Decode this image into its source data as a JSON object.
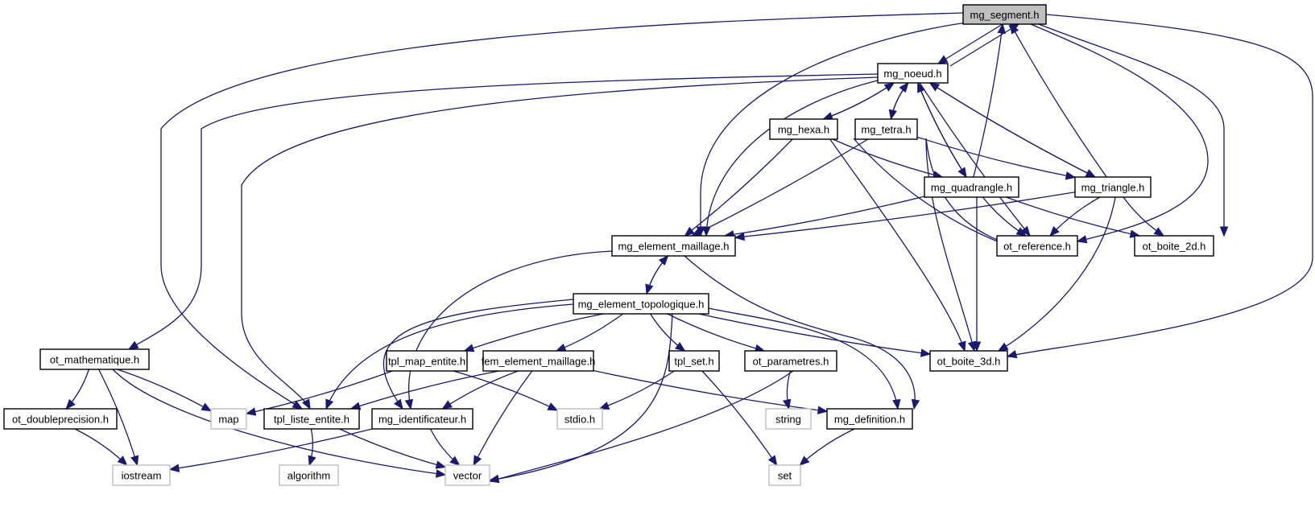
{
  "title": "mg_segment.h include dependency graph",
  "colors": {
    "edge": "#191970",
    "root_fill": "#bfbfbf",
    "local_border": "#000000",
    "system_border": "#bfbfbf"
  },
  "nodes": [
    {
      "id": "mg_segment",
      "label": "mg_segment.h",
      "kind": "root"
    },
    {
      "id": "mg_noeud",
      "label": "mg_noeud.h",
      "kind": "local"
    },
    {
      "id": "mg_hexa",
      "label": "mg_hexa.h",
      "kind": "local"
    },
    {
      "id": "mg_tetra",
      "label": "mg_tetra.h",
      "kind": "local"
    },
    {
      "id": "mg_quadrangle",
      "label": "mg_quadrangle.h",
      "kind": "local"
    },
    {
      "id": "mg_triangle",
      "label": "mg_triangle.h",
      "kind": "local"
    },
    {
      "id": "mg_element_maillage",
      "label": "mg_element_maillage.h",
      "kind": "local"
    },
    {
      "id": "ot_reference",
      "label": "ot_reference.h",
      "kind": "local"
    },
    {
      "id": "ot_boite_2d",
      "label": "ot_boite_2d.h",
      "kind": "local"
    },
    {
      "id": "mg_element_topologique",
      "label": "mg_element_topologique.h",
      "kind": "local"
    },
    {
      "id": "ot_mathematique",
      "label": "ot_mathematique.h",
      "kind": "local"
    },
    {
      "id": "tpl_map_entite",
      "label": "tpl_map_entite.h",
      "kind": "local"
    },
    {
      "id": "fem_element_maillage",
      "label": "fem_element_maillage.h",
      "kind": "local"
    },
    {
      "id": "tpl_set",
      "label": "tpl_set.h",
      "kind": "local"
    },
    {
      "id": "ot_parametres",
      "label": "ot_parametres.h",
      "kind": "local"
    },
    {
      "id": "ot_boite_3d",
      "label": "ot_boite_3d.h",
      "kind": "local"
    },
    {
      "id": "ot_doubleprecision",
      "label": "ot_doubleprecision.h",
      "kind": "local"
    },
    {
      "id": "map",
      "label": "map",
      "kind": "system"
    },
    {
      "id": "tpl_liste_entite",
      "label": "tpl_liste_entite.h",
      "kind": "local"
    },
    {
      "id": "mg_identificateur",
      "label": "mg_identificateur.h",
      "kind": "local"
    },
    {
      "id": "stdio",
      "label": "stdio.h",
      "kind": "system"
    },
    {
      "id": "string",
      "label": "string",
      "kind": "system"
    },
    {
      "id": "mg_definition",
      "label": "mg_definition.h",
      "kind": "local"
    },
    {
      "id": "iostream",
      "label": "iostream",
      "kind": "system"
    },
    {
      "id": "algorithm",
      "label": "algorithm",
      "kind": "system"
    },
    {
      "id": "vector",
      "label": "vector",
      "kind": "system"
    },
    {
      "id": "set",
      "label": "set",
      "kind": "system"
    }
  ],
  "edges": [
    [
      "mg_segment",
      "mg_noeud"
    ],
    [
      "mg_segment",
      "mg_element_maillage"
    ],
    [
      "mg_segment",
      "tpl_liste_entite"
    ],
    [
      "mg_segment",
      "ot_reference"
    ],
    [
      "mg_segment",
      "ot_boite_2d"
    ],
    [
      "mg_segment",
      "ot_boite_3d"
    ],
    [
      "mg_noeud",
      "mg_segment"
    ],
    [
      "mg_noeud",
      "mg_hexa"
    ],
    [
      "mg_noeud",
      "mg_tetra"
    ],
    [
      "mg_noeud",
      "mg_quadrangle"
    ],
    [
      "mg_noeud",
      "mg_triangle"
    ],
    [
      "mg_noeud",
      "mg_element_maillage"
    ],
    [
      "mg_noeud",
      "ot_reference"
    ],
    [
      "mg_noeud",
      "ot_mathematique"
    ],
    [
      "mg_noeud",
      "tpl_liste_entite"
    ],
    [
      "mg_hexa",
      "mg_noeud"
    ],
    [
      "mg_hexa",
      "mg_quadrangle"
    ],
    [
      "mg_hexa",
      "mg_element_maillage"
    ],
    [
      "mg_hexa",
      "ot_reference"
    ],
    [
      "mg_hexa",
      "ot_boite_3d"
    ],
    [
      "mg_tetra",
      "mg_noeud"
    ],
    [
      "mg_tetra",
      "mg_triangle"
    ],
    [
      "mg_tetra",
      "mg_element_maillage"
    ],
    [
      "mg_tetra",
      "ot_reference"
    ],
    [
      "mg_tetra",
      "ot_boite_3d"
    ],
    [
      "mg_quadrangle",
      "mg_segment"
    ],
    [
      "mg_quadrangle",
      "mg_noeud"
    ],
    [
      "mg_quadrangle",
      "mg_element_maillage"
    ],
    [
      "mg_quadrangle",
      "ot_reference"
    ],
    [
      "mg_quadrangle",
      "ot_boite_2d"
    ],
    [
      "mg_quadrangle",
      "ot_boite_3d"
    ],
    [
      "mg_triangle",
      "mg_segment"
    ],
    [
      "mg_triangle",
      "mg_noeud"
    ],
    [
      "mg_triangle",
      "mg_element_maillage"
    ],
    [
      "mg_triangle",
      "ot_reference"
    ],
    [
      "mg_triangle",
      "ot_boite_2d"
    ],
    [
      "mg_triangle",
      "ot_boite_3d"
    ],
    [
      "mg_element_maillage",
      "mg_element_topologique"
    ],
    [
      "mg_element_maillage",
      "mg_identificateur"
    ],
    [
      "mg_element_maillage",
      "mg_definition"
    ],
    [
      "mg_element_topologique",
      "mg_element_maillage"
    ],
    [
      "mg_element_topologique",
      "tpl_map_entite"
    ],
    [
      "mg_element_topologique",
      "fem_element_maillage"
    ],
    [
      "mg_element_topologique",
      "tpl_set"
    ],
    [
      "mg_element_topologique",
      "ot_parametres"
    ],
    [
      "mg_element_topologique",
      "ot_boite_3d"
    ],
    [
      "mg_element_topologique",
      "tpl_liste_entite"
    ],
    [
      "mg_element_topologique",
      "mg_identificateur"
    ],
    [
      "mg_element_topologique",
      "mg_definition"
    ],
    [
      "mg_element_topologique",
      "vector"
    ],
    [
      "ot_mathematique",
      "ot_doubleprecision"
    ],
    [
      "ot_mathematique",
      "map"
    ],
    [
      "ot_mathematique",
      "iostream"
    ],
    [
      "ot_mathematique",
      "vector"
    ],
    [
      "tpl_map_entite",
      "map"
    ],
    [
      "tpl_map_entite",
      "stdio"
    ],
    [
      "fem_element_maillage",
      "tpl_liste_entite"
    ],
    [
      "fem_element_maillage",
      "mg_identificateur"
    ],
    [
      "fem_element_maillage",
      "vector"
    ],
    [
      "fem_element_maillage",
      "mg_definition"
    ],
    [
      "tpl_set",
      "stdio"
    ],
    [
      "tpl_set",
      "set"
    ],
    [
      "ot_parametres",
      "string"
    ],
    [
      "ot_parametres",
      "vector"
    ],
    [
      "ot_doubleprecision",
      "iostream"
    ],
    [
      "tpl_liste_entite",
      "algorithm"
    ],
    [
      "tpl_liste_entite",
      "vector"
    ],
    [
      "mg_identificateur",
      "iostream"
    ],
    [
      "mg_identificateur",
      "vector"
    ],
    [
      "mg_definition",
      "set"
    ]
  ]
}
